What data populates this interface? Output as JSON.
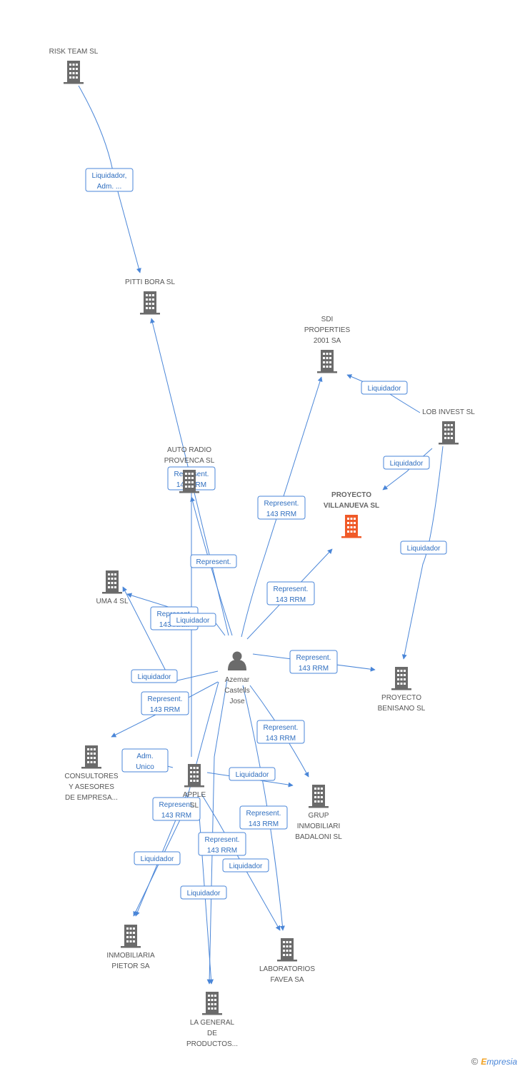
{
  "colors": {
    "edge": "#4a86d8",
    "building": "#6b6b6b",
    "focus_building": "#f05a28",
    "person": "#6b6b6b"
  },
  "nodes": [
    {
      "id": "risk",
      "type": "company",
      "label": [
        "RISK TEAM SL"
      ],
      "label_pos": "above"
    },
    {
      "id": "pitti",
      "type": "company",
      "label": [
        "PITTI BORA SL"
      ],
      "label_pos": "above"
    },
    {
      "id": "sdi",
      "type": "company",
      "label": [
        "SDI",
        "PROPERTIES",
        "2001 SA"
      ],
      "label_pos": "above"
    },
    {
      "id": "lob",
      "type": "company",
      "label": [
        "LOB INVEST SL"
      ],
      "label_pos": "above"
    },
    {
      "id": "autoradio",
      "type": "company",
      "label": [
        "AUTO RADIO",
        "PROVENCA SL"
      ],
      "label_pos": "above"
    },
    {
      "id": "proyecto_v",
      "type": "company",
      "focus": true,
      "label": [
        "PROYECTO",
        "VILLANUEVA SL"
      ],
      "label_pos": "above"
    },
    {
      "id": "uma",
      "type": "company",
      "label": [
        "UMA 4 SL"
      ],
      "label_pos": "below"
    },
    {
      "id": "azemar",
      "type": "person",
      "label": [
        "Azemar",
        "Castells",
        "Jose"
      ],
      "label_pos": "below"
    },
    {
      "id": "benisano",
      "type": "company",
      "label": [
        "PROYECTO",
        "BENISANO  SL"
      ],
      "label_pos": "below"
    },
    {
      "id": "consultores",
      "type": "company",
      "label": [
        "CONSULTORES",
        "Y ASESORES",
        "DE EMPRESA..."
      ],
      "label_pos": "below"
    },
    {
      "id": "apple",
      "type": "company",
      "label": [
        "APPLE",
        "SL"
      ],
      "label_pos": "below"
    },
    {
      "id": "grup",
      "type": "company",
      "label": [
        "GRUP",
        "INMOBILIARI",
        "BADALONI SL"
      ],
      "label_pos": "below"
    },
    {
      "id": "pietor",
      "type": "company",
      "label": [
        "INMOBILIARIA",
        "PIETOR SA"
      ],
      "label_pos": "below"
    },
    {
      "id": "favea",
      "type": "company",
      "label": [
        "LABORATORIOS",
        "FAVEA SA"
      ],
      "label_pos": "below"
    },
    {
      "id": "general",
      "type": "company",
      "label": [
        "LA GENERAL",
        "DE",
        "PRODUCTOS..."
      ],
      "label_pos": "below"
    }
  ],
  "relations": [
    {
      "lines": [
        "Liquidador,",
        "Adm. ..."
      ]
    },
    {
      "lines": [
        "Liquidador"
      ]
    },
    {
      "lines": [
        "Liquidador"
      ]
    },
    {
      "lines": [
        "Represent.",
        "143 RRM"
      ]
    },
    {
      "lines": [
        "Represent.",
        "143 RRM"
      ]
    },
    {
      "lines": [
        "Represent."
      ]
    },
    {
      "lines": [
        "Represent.",
        "143 RRM"
      ]
    },
    {
      "lines": [
        "Liquidador"
      ]
    },
    {
      "lines": [
        "Represent.",
        "143 RRM"
      ]
    },
    {
      "lines": [
        "Represent.",
        "143 RRM"
      ]
    },
    {
      "lines": [
        "Liquidador"
      ]
    },
    {
      "lines": [
        "Represent.",
        "143 RRM"
      ]
    },
    {
      "lines": [
        "Represent.",
        "143 RRM"
      ]
    },
    {
      "lines": [
        "Adm.",
        "Unico"
      ]
    },
    {
      "lines": [
        "Liquidador"
      ]
    },
    {
      "lines": [
        "Represent.",
        "143 RRM"
      ]
    },
    {
      "lines": [
        "Represent.",
        "143 RRM"
      ]
    },
    {
      "lines": [
        "Represent.",
        "143 RRM"
      ]
    },
    {
      "lines": [
        "Liquidador"
      ]
    },
    {
      "lines": [
        "Liquidador"
      ]
    },
    {
      "lines": [
        "Liquidador"
      ]
    },
    {
      "lines": [
        "Liquidador"
      ]
    }
  ],
  "footer": {
    "copyright": "©",
    "brand_initial": "E",
    "brand_rest": "mpresia"
  }
}
